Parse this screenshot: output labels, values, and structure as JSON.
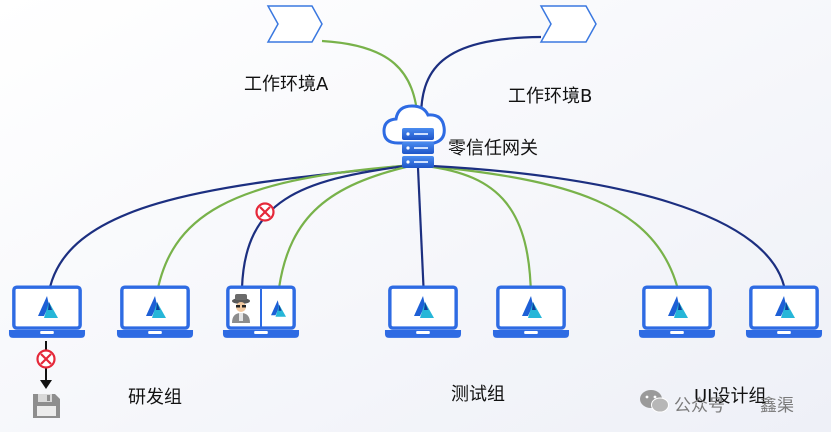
{
  "env_a_label": "工作环境A",
  "env_b_label": "工作环境B",
  "gateway_label": "零信任网关",
  "groups": {
    "dev": "研发组",
    "test": "测试组",
    "ui": "UI设计组"
  },
  "watermark": {
    "source": "公众号",
    "author": "鑫渠"
  },
  "colors": {
    "navy_link": "#1c2f80",
    "green_link": "#78b24a",
    "laptop_blue": "#2e6be3",
    "blocked_red": "#e5283a"
  }
}
